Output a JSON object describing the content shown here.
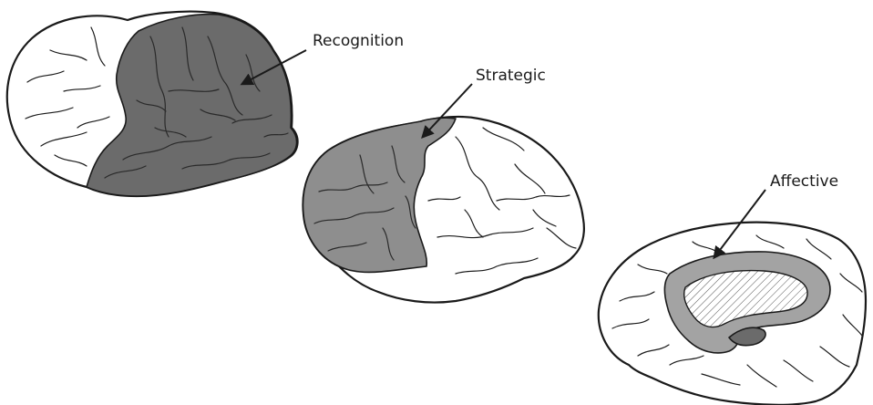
{
  "labels": {
    "recognition": "Recognition",
    "strategic": "Strategic",
    "affective": "Affective"
  },
  "colors": {
    "background": "#ffffff",
    "outline": "#1a1a1a",
    "recognition_region": "#6b6b6b",
    "strategic_region": "#8e8e8e",
    "affective_region": "#a3a3a3"
  }
}
